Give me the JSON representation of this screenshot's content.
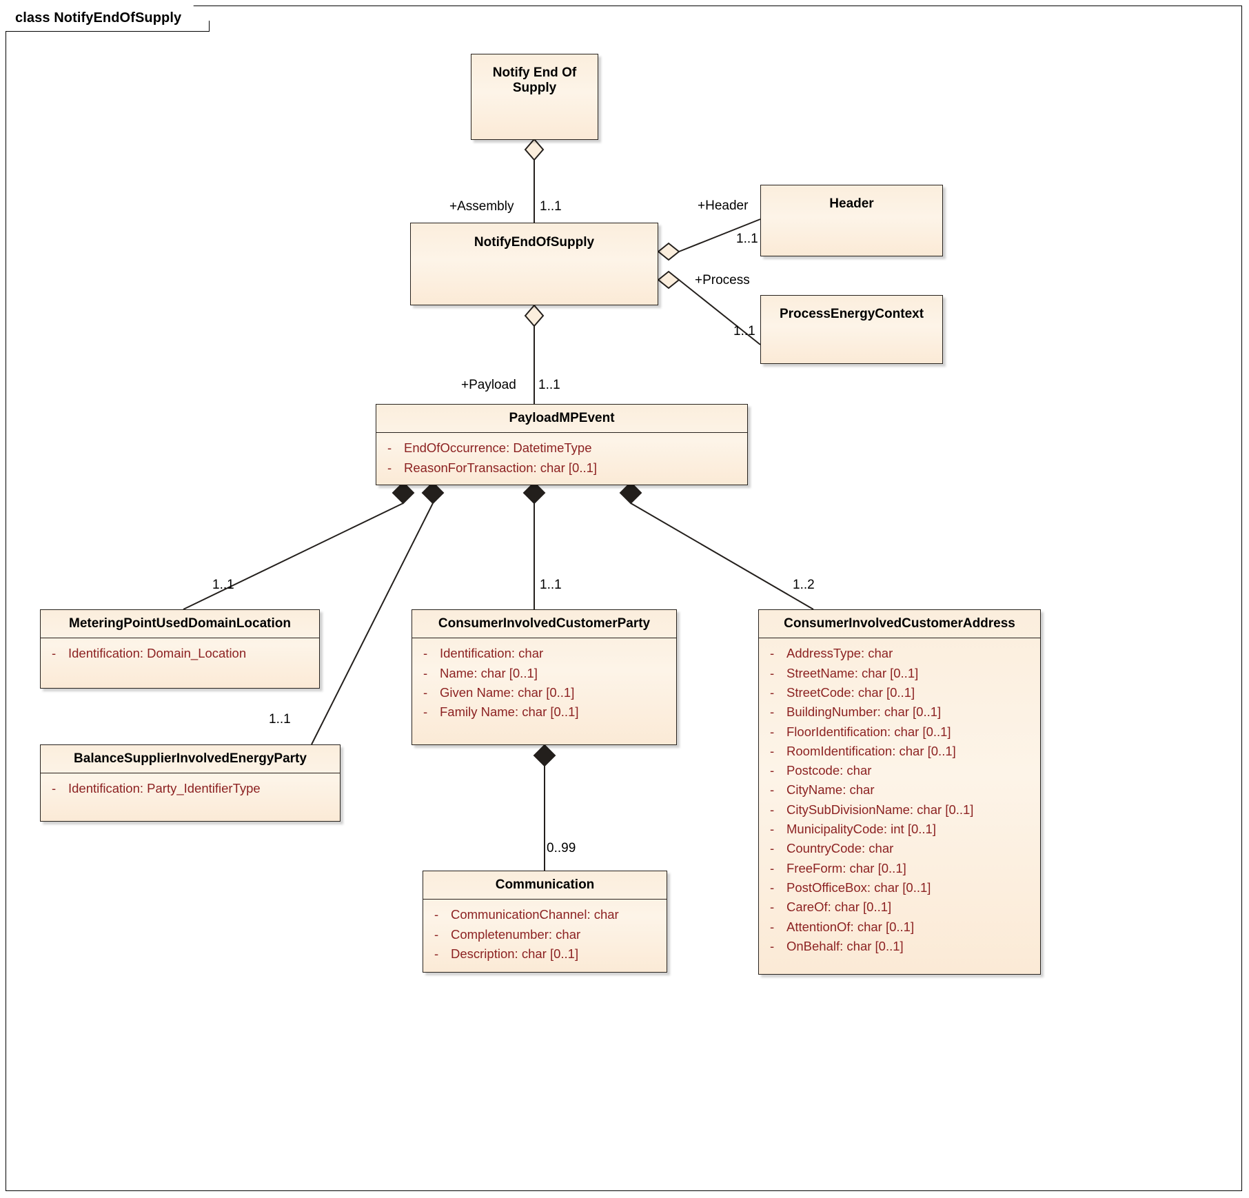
{
  "diagram": {
    "frame_label": "class NotifyEndOfSupply",
    "type": "uml-class-diagram",
    "background": "#ffffff",
    "class_fill": "#fbeedd",
    "class_border": "#26211c",
    "attribute_color": "#8c2222",
    "title_color": "#000000"
  },
  "classes": [
    {
      "id": "notify-end-of-supply-actor",
      "name": "Notify End Of\nSupply",
      "attributes": [],
      "has_compartment": false
    },
    {
      "id": "notify-end-of-supply",
      "name": "NotifyEndOfSupply",
      "attributes": [],
      "has_compartment": false
    },
    {
      "id": "header",
      "name": "Header",
      "attributes": [],
      "has_compartment": false
    },
    {
      "id": "process-energy-context",
      "name": "ProcessEnergyContext",
      "attributes": [],
      "has_compartment": false
    },
    {
      "id": "payload-mp-event",
      "name": "PayloadMPEvent",
      "has_compartment": true,
      "attributes": [
        {
          "visibility": "-",
          "signature": "EndOfOccurrence: DatetimeType"
        },
        {
          "visibility": "-",
          "signature": "ReasonForTransaction: char [0..1]"
        }
      ]
    },
    {
      "id": "metering-point-used-domain-location",
      "name": "MeteringPointUsedDomainLocation",
      "has_compartment": true,
      "attributes": [
        {
          "visibility": "-",
          "signature": "Identification: Domain_Location"
        }
      ]
    },
    {
      "id": "balance-supplier-involved-energy-party",
      "name": "BalanceSupplierInvolvedEnergyParty",
      "has_compartment": true,
      "attributes": [
        {
          "visibility": "-",
          "signature": "Identification: Party_IdentifierType"
        }
      ]
    },
    {
      "id": "consumer-involved-customer-party",
      "name": "ConsumerInvolvedCustomerParty",
      "has_compartment": true,
      "attributes": [
        {
          "visibility": "-",
          "signature": "Identification: char"
        },
        {
          "visibility": "-",
          "signature": "Name: char [0..1]"
        },
        {
          "visibility": "-",
          "signature": "Given Name: char [0..1]"
        },
        {
          "visibility": "-",
          "signature": "Family Name: char [0..1]"
        }
      ]
    },
    {
      "id": "consumer-involved-customer-address",
      "name": "ConsumerInvolvedCustomerAddress",
      "has_compartment": true,
      "attributes": [
        {
          "visibility": "-",
          "signature": "AddressType: char"
        },
        {
          "visibility": "-",
          "signature": "StreetName: char [0..1]"
        },
        {
          "visibility": "-",
          "signature": "StreetCode: char [0..1]"
        },
        {
          "visibility": "-",
          "signature": "BuildingNumber: char [0..1]"
        },
        {
          "visibility": "-",
          "signature": "FloorIdentification: char [0..1]"
        },
        {
          "visibility": "-",
          "signature": "RoomIdentification: char [0..1]"
        },
        {
          "visibility": "-",
          "signature": "Postcode: char"
        },
        {
          "visibility": "-",
          "signature": "CityName: char"
        },
        {
          "visibility": "-",
          "signature": "CitySubDivisionName: char [0..1]"
        },
        {
          "visibility": "-",
          "signature": "MunicipalityCode: int [0..1]"
        },
        {
          "visibility": "-",
          "signature": "CountryCode: char"
        },
        {
          "visibility": "-",
          "signature": "FreeForm: char [0..1]"
        },
        {
          "visibility": "-",
          "signature": "PostOfficeBox: char [0..1]"
        },
        {
          "visibility": "-",
          "signature": "CareOf: char [0..1]"
        },
        {
          "visibility": "-",
          "signature": "AttentionOf: char [0..1]"
        },
        {
          "visibility": "-",
          "signature": "OnBehalf: char [0..1]"
        }
      ]
    },
    {
      "id": "communication",
      "name": "Communication",
      "has_compartment": true,
      "attributes": [
        {
          "visibility": "-",
          "signature": "CommunicationChannel: char"
        },
        {
          "visibility": "-",
          "signature": "Completenumber: char"
        },
        {
          "visibility": "-",
          "signature": "Description: char [0..1]"
        }
      ]
    }
  ],
  "relations": [
    {
      "id": "assembly",
      "role": "+Assembly",
      "multiplicity": "1..1",
      "kind": "aggregation",
      "from": "notify-end-of-supply-actor",
      "to": "notify-end-of-supply"
    },
    {
      "id": "header-rel",
      "role": "+Header",
      "multiplicity": "1..1",
      "kind": "aggregation",
      "from": "notify-end-of-supply",
      "to": "header"
    },
    {
      "id": "process-rel",
      "role": "+Process",
      "multiplicity": "1..1",
      "kind": "aggregation",
      "from": "notify-end-of-supply",
      "to": "process-energy-context"
    },
    {
      "id": "payload-rel",
      "role": "+Payload",
      "multiplicity": "1..1",
      "kind": "aggregation",
      "from": "notify-end-of-supply",
      "to": "payload-mp-event"
    },
    {
      "id": "mp-location-rel",
      "role": "",
      "multiplicity": "1..1",
      "kind": "composition",
      "from": "payload-mp-event",
      "to": "metering-point-used-domain-location"
    },
    {
      "id": "balance-supplier-rel",
      "role": "",
      "multiplicity": "1..1",
      "kind": "composition",
      "from": "payload-mp-event",
      "to": "balance-supplier-involved-energy-party"
    },
    {
      "id": "customer-party-rel",
      "role": "",
      "multiplicity": "1..1",
      "kind": "composition",
      "from": "payload-mp-event",
      "to": "consumer-involved-customer-party"
    },
    {
      "id": "customer-address-rel",
      "role": "",
      "multiplicity": "1..2",
      "kind": "composition",
      "from": "payload-mp-event",
      "to": "consumer-involved-customer-address"
    },
    {
      "id": "communication-rel",
      "role": "",
      "multiplicity": "0..99",
      "kind": "composition",
      "from": "consumer-involved-customer-party",
      "to": "communication"
    }
  ],
  "labels": {
    "assembly_role": "+Assembly",
    "assembly_mult": "1..1",
    "header_role": "+Header",
    "header_mult": "1..1",
    "process_role": "+Process",
    "process_mult": "1..1",
    "payload_role": "+Payload",
    "payload_mult": "1..1",
    "mp_location_mult": "1..1",
    "balance_supplier_mult": "1..1",
    "customer_party_mult": "1..1",
    "customer_address_mult": "1..2",
    "communication_mult": "0..99"
  }
}
